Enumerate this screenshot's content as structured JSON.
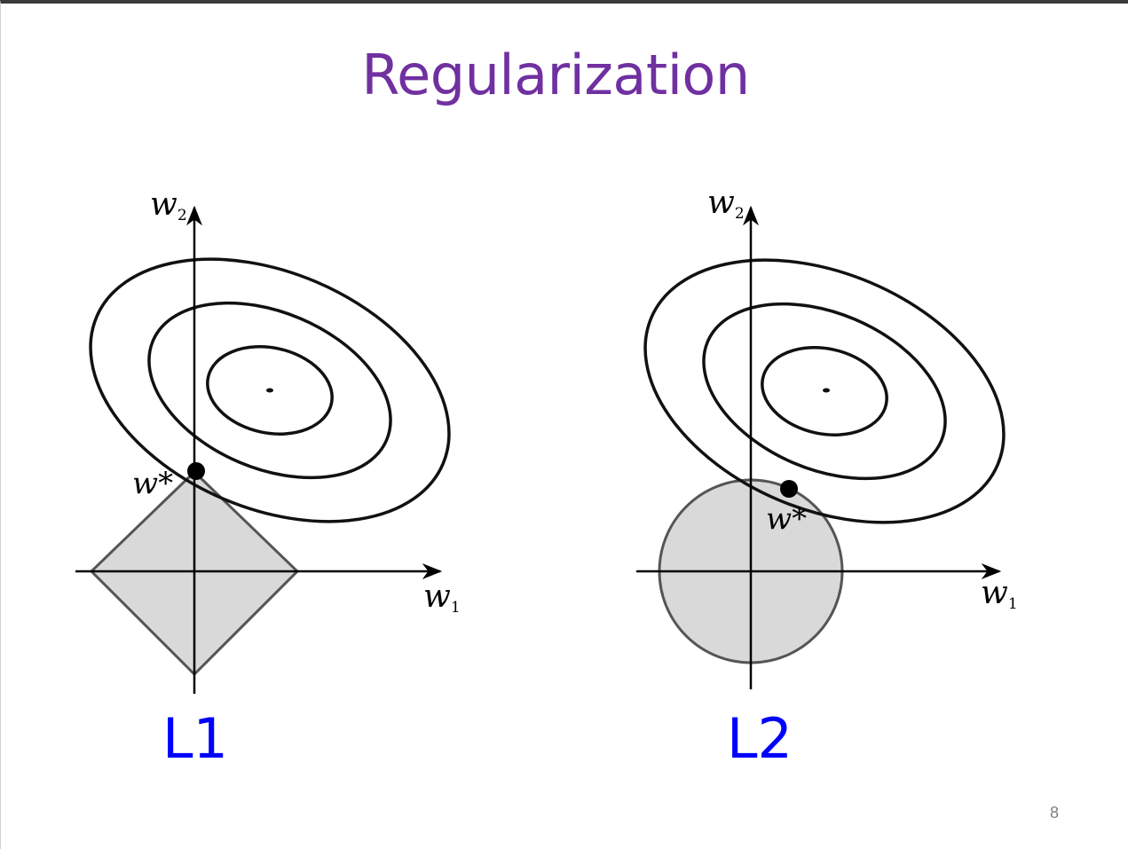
{
  "slide": {
    "title": "Regularization",
    "page_number": "8"
  },
  "panels": [
    {
      "label": "L1",
      "constraint": "diamond",
      "x_axis": "w",
      "x_axis_subscript": "1",
      "y_axis": "w",
      "y_axis_subscript": "2",
      "optimum_label": "w*",
      "colors": {
        "constraint_fill": "#d9d9d9",
        "constraint_stroke": "#555555",
        "label": "#0000ff"
      }
    },
    {
      "label": "L2",
      "constraint": "circle",
      "x_axis": "w",
      "x_axis_subscript": "1",
      "y_axis": "w",
      "y_axis_subscript": "2",
      "optimum_label": "w*",
      "colors": {
        "constraint_fill": "#d9d9d9",
        "constraint_stroke": "#555555",
        "label": "#0000ff"
      }
    }
  ],
  "colors": {
    "title": "#7030a0",
    "contours": "#111111",
    "axes": "#000000"
  }
}
